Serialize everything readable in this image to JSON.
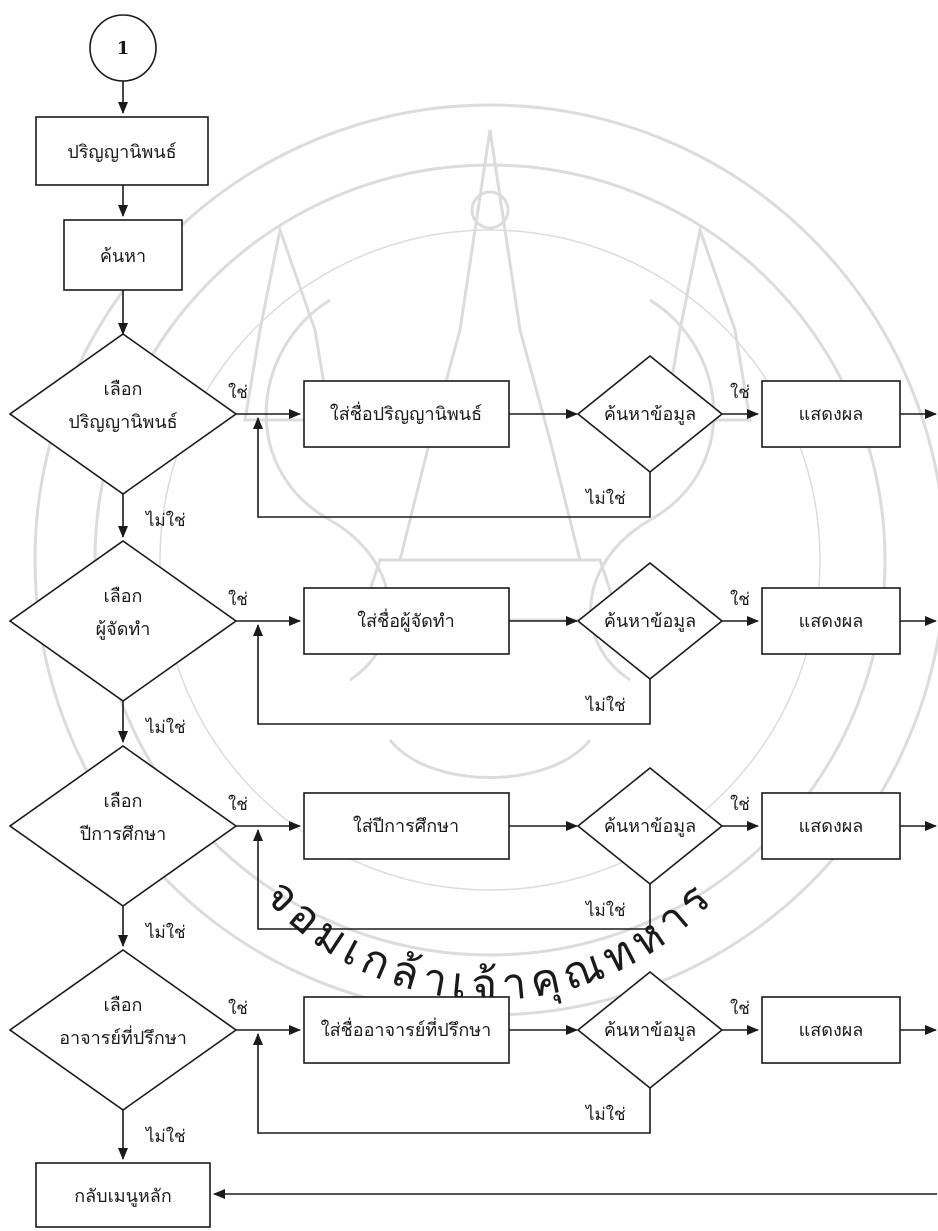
{
  "start_connector": "1",
  "thesis_node": "ปริญญานิพนธ์",
  "search_node": "ค้นหา",
  "rows": [
    {
      "decision_line1": "เลือก",
      "decision_line2": "ปริญญานิพนธ์",
      "input_label": "ใส่ชื่อปริญญานิพนธ์",
      "check_label": "ค้นหาข้อมูล",
      "result_label": "แสดงผล",
      "yes_label": "ใช่",
      "no_label": "ไม่ใช่",
      "check_yes_label": "ใช่",
      "check_no_label": "ไม่ใช่"
    },
    {
      "decision_line1": "เลือก",
      "decision_line2": "ผู้จัดทำ",
      "input_label": "ใส่ชื่อผู้จัดทำ",
      "check_label": "ค้นหาข้อมูล",
      "result_label": "แสดงผล",
      "yes_label": "ใช่",
      "no_label": "ไม่ใช่",
      "check_yes_label": "ใช่",
      "check_no_label": "ไม่ใช่"
    },
    {
      "decision_line1": "เลือก",
      "decision_line2": "ปีการศึกษา",
      "input_label": "ใส่ปีการศึกษา",
      "check_label": "ค้นหาข้อมูล",
      "result_label": "แสดงผล",
      "yes_label": "ใช่",
      "no_label": "ไม่ใช่",
      "check_yes_label": "ใช่",
      "check_no_label": "ไม่ใช่"
    },
    {
      "decision_line1": "เลือก",
      "decision_line2": "อาจารย์ที่ปรึกษา",
      "input_label": "ใส่ชื่ออาจารย์ที่ปรึกษา",
      "check_label": "ค้นหาข้อมูล",
      "result_label": "แสดงผล",
      "yes_label": "ใช่",
      "no_label": "ไม่ใช่",
      "check_yes_label": "ใช่",
      "check_no_label": "ไม่ใช่"
    }
  ],
  "return_node": "กลับเมนูหลัก",
  "watermark_text": "จอมเกล้าเจ้าคุณทหาร",
  "colors": {
    "line": "#1a1a1a",
    "watermark": "#d9d9d9",
    "background": "#ffffff"
  }
}
